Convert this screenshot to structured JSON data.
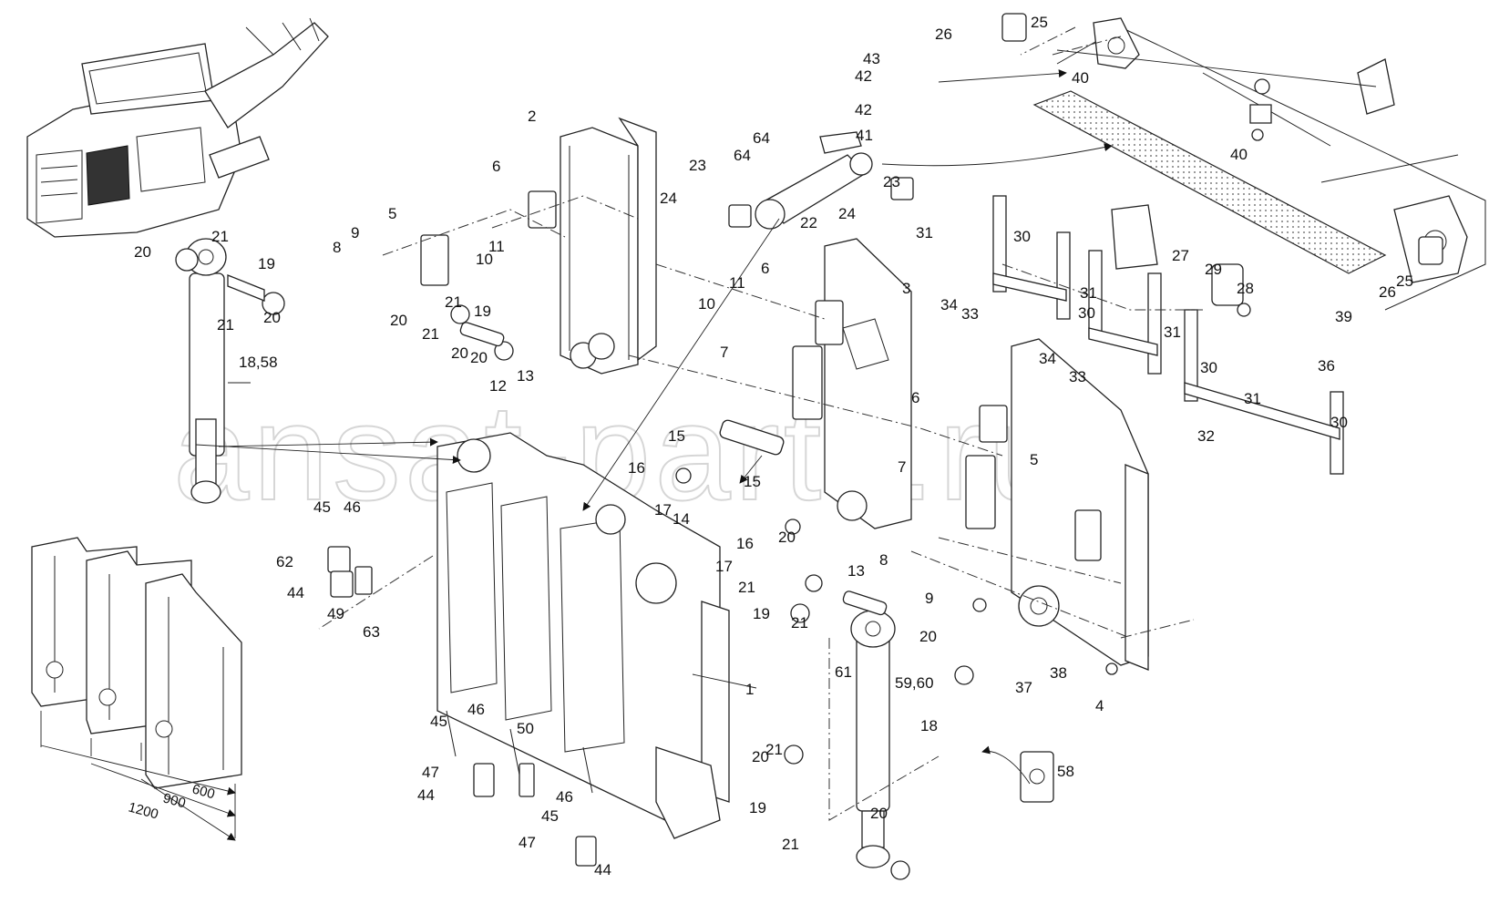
{
  "watermark": "ansat-parts.ru",
  "diagram": {
    "callouts": [
      "1",
      "2",
      "3",
      "4",
      "5",
      "5",
      "6",
      "6",
      "6",
      "7",
      "7",
      "8",
      "8",
      "9",
      "9",
      "10",
      "10",
      "11",
      "11",
      "12",
      "13",
      "13",
      "14",
      "15",
      "15",
      "16",
      "16",
      "17",
      "17",
      "18",
      "18,58",
      "19",
      "19",
      "19",
      "19",
      "20",
      "20",
      "20",
      "20",
      "20",
      "20",
      "20",
      "20",
      "20",
      "21",
      "21",
      "21",
      "21",
      "21",
      "21",
      "21",
      "21",
      "22",
      "23",
      "23",
      "24",
      "24",
      "25",
      "25",
      "26",
      "26",
      "27",
      "28",
      "29",
      "30",
      "30",
      "30",
      "30",
      "31",
      "31",
      "31",
      "31",
      "32",
      "33",
      "33",
      "34",
      "34",
      "36",
      "37",
      "38",
      "39",
      "40",
      "40",
      "41",
      "42",
      "42",
      "43",
      "44",
      "44",
      "44",
      "45",
      "45",
      "45",
      "46",
      "46",
      "46",
      "47",
      "47",
      "49",
      "50",
      "58",
      "59,60",
      "61",
      "62",
      "63",
      "64",
      "64"
    ],
    "dimensions": [
      "1200",
      "900",
      "600"
    ]
  }
}
